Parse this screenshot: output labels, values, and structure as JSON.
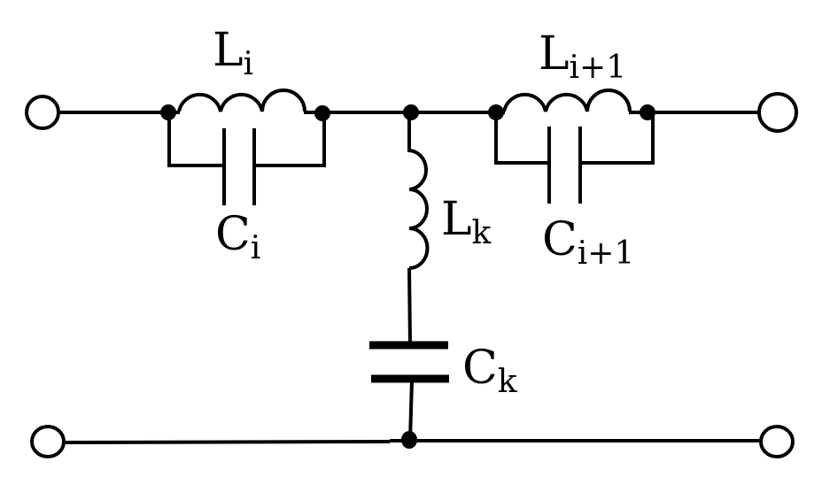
{
  "diagram": {
    "type": "circuit-schematic",
    "title": "",
    "components": [
      {
        "id": "Li",
        "kind": "inductor",
        "label": {
          "main": "L",
          "sub": "i"
        },
        "connection": "series, upper rail, parallel with Ci"
      },
      {
        "id": "Ci",
        "kind": "capacitor",
        "label": {
          "main": "C",
          "sub": "i"
        },
        "connection": "parallel with Li"
      },
      {
        "id": "Li+1",
        "kind": "inductor",
        "label": {
          "main": "L",
          "sub": "i+1"
        },
        "connection": "series, upper rail, parallel with Ci+1"
      },
      {
        "id": "Ci+1",
        "kind": "capacitor",
        "label": {
          "main": "C",
          "sub": "i+1"
        },
        "connection": "parallel with Li+1"
      },
      {
        "id": "Lk",
        "kind": "inductor",
        "label": {
          "main": "L",
          "sub": "k"
        },
        "connection": "shunt branch, series with Ck"
      },
      {
        "id": "Ck",
        "kind": "capacitor",
        "label": {
          "main": "C",
          "sub": "k"
        },
        "connection": "shunt branch to lower rail"
      }
    ],
    "terminals": [
      "input-top",
      "input-bottom",
      "output-top",
      "output-bottom"
    ],
    "colors": {
      "stroke": "#000000",
      "background": "#ffffff"
    }
  }
}
